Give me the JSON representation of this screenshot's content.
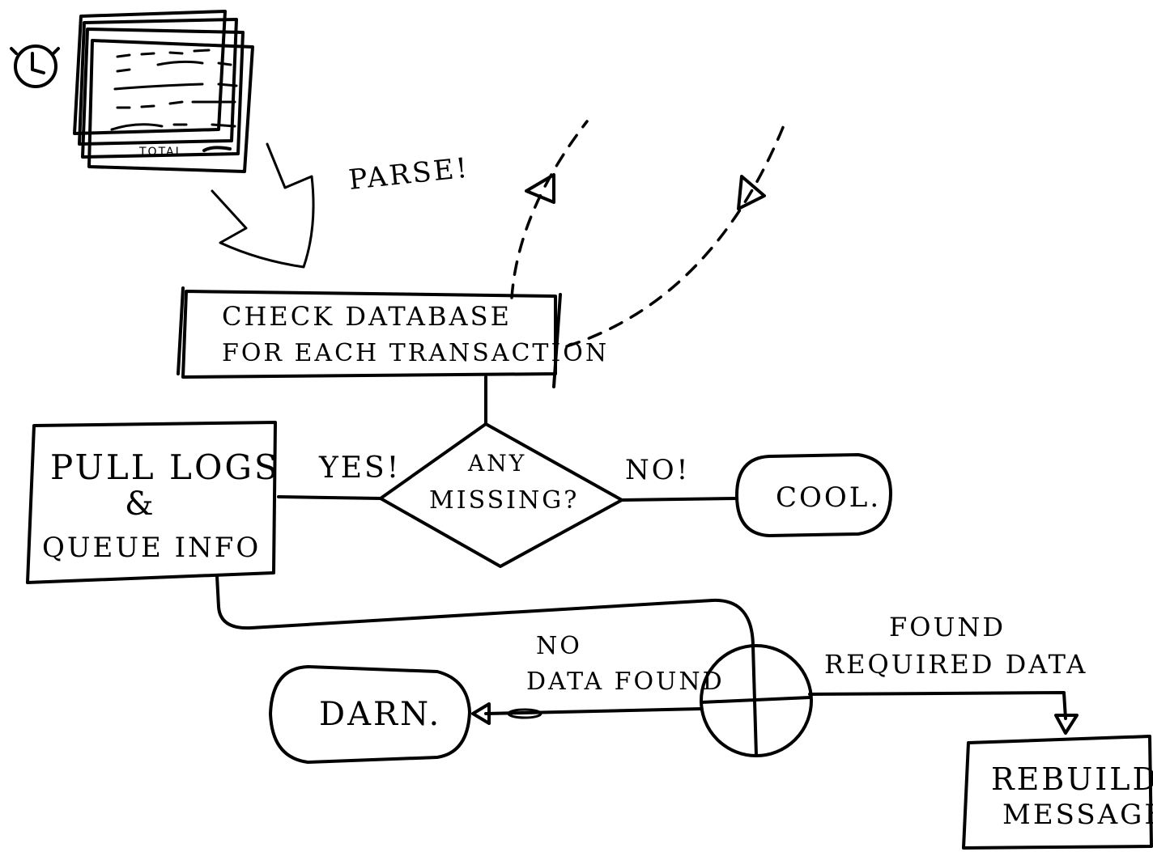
{
  "nodes": {
    "document_total": "TOTAL",
    "check_line1": "CHECK DATABASE",
    "check_line2": "FOR EACH TRANSACTION",
    "decision_line1": "ANY",
    "decision_line2": "MISSING?",
    "pull_line1": "PULL LOGS",
    "pull_line2": "&",
    "pull_line3": "QUEUE INFO",
    "cool": "COOL.",
    "darn": "DARN.",
    "rebuild_line1": "REBUILD",
    "rebuild_line2": "MESSAGE"
  },
  "labels": {
    "parse": "PARSE!",
    "yes": "YES!",
    "no": "NO!",
    "no_data_line1": "NO",
    "no_data_line2": "DATA FOUND",
    "found_line1": "FOUND",
    "found_line2": "REQUIRED DATA"
  },
  "icons": [
    "clock-icon",
    "document-stack-icon",
    "block-arrow-icon",
    "arrowhead-icon",
    "merge-circle-icon"
  ]
}
